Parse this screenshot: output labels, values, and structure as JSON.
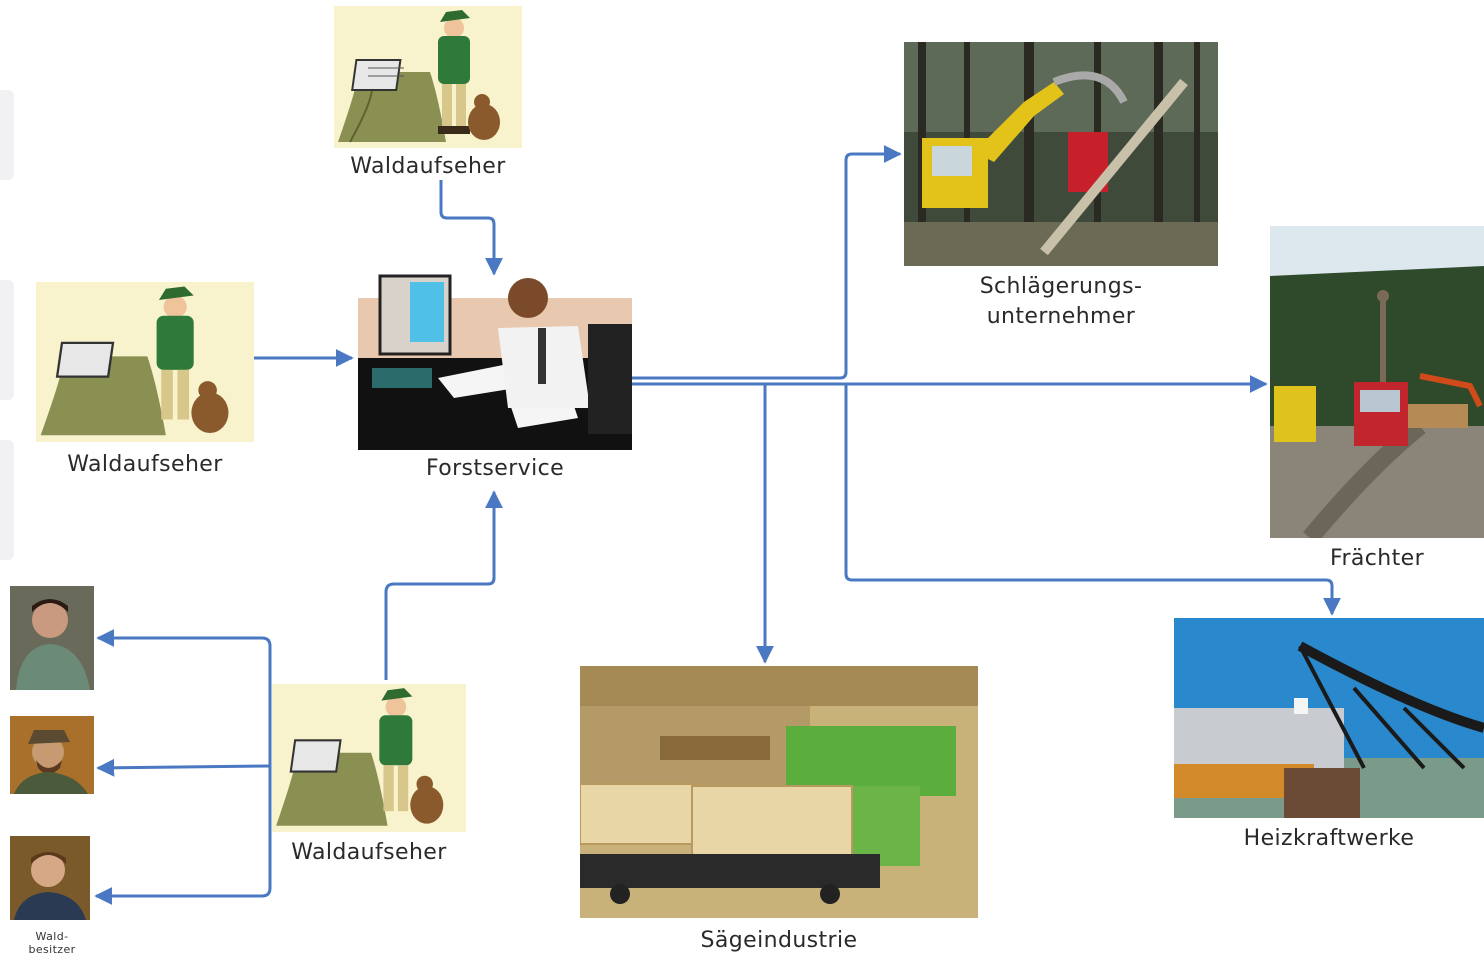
{
  "nodes": {
    "waldaufseher_top": "Waldaufseher",
    "waldaufseher_left": "Waldaufseher",
    "waldaufseher_bottom": "Waldaufseher",
    "forstservice": "Forstservice",
    "schlaegerung": "Schlägerungs-\nunternehmer",
    "fraechter": "Frächter",
    "heizkraftwerke": "Heizkraftwerke",
    "saegeindustrie": "Sägeindustrie",
    "waldbesitzer": "Wald-\nbesitzer"
  },
  "colors": {
    "arrow": "#4a78c2",
    "label_text": "#2a2a2a"
  },
  "icons": {
    "waldaufseher": "forest-ranger-clipart-icon",
    "forstservice": "office-worker-computer-icon",
    "schlaegerung": "harvester-photo",
    "fraechter": "logging-truck-photo",
    "heizkraftwerke": "power-plant-photo",
    "saegeindustrie": "sawmill-photo",
    "waldbesitzer": "forest-owner-portrait-photo"
  }
}
